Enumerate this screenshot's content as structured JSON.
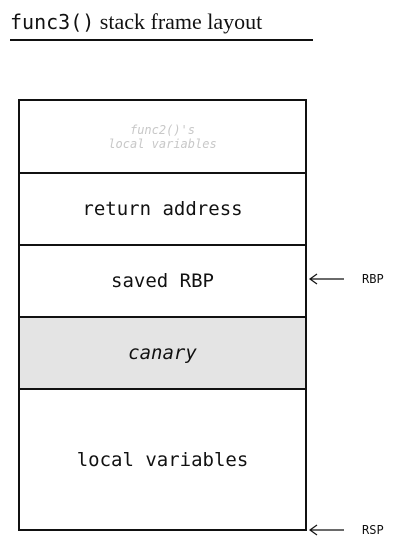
{
  "title": {
    "func": "func3()",
    "rest": " stack frame layout"
  },
  "stack": {
    "caller_locals_line1": "func2()'s",
    "caller_locals_line2": "local variables",
    "return_address": "return address",
    "saved_rbp": "saved RBP",
    "canary": "canary",
    "local_variables": "local variables"
  },
  "registers": {
    "rbp": "RBP",
    "rsp": "RSP"
  },
  "colors": {
    "canary_fill": "#e4e4e4",
    "faded_text": "#c8c8c8",
    "ink": "#111111"
  }
}
